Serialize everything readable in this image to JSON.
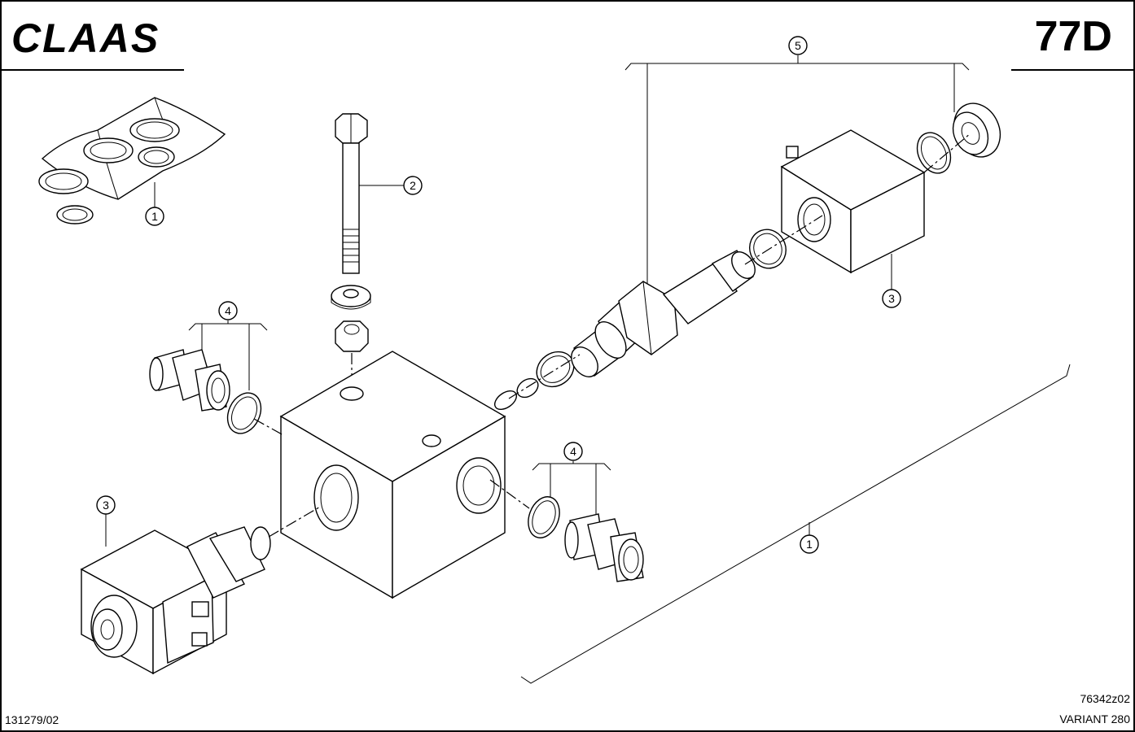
{
  "header": {
    "brand": "CLAAS",
    "page_code": "77D"
  },
  "callouts": [
    {
      "id": "c1a",
      "label": "1"
    },
    {
      "id": "c1b",
      "label": "1"
    },
    {
      "id": "c2",
      "label": "2"
    },
    {
      "id": "c3a",
      "label": "3"
    },
    {
      "id": "c3b",
      "label": "3"
    },
    {
      "id": "c4a",
      "label": "4"
    },
    {
      "id": "c4b",
      "label": "4"
    },
    {
      "id": "c5",
      "label": "5"
    }
  ],
  "footer": {
    "left_code": "131279/02",
    "drawing_no": "76342z02",
    "variant": "VARIANT 280"
  }
}
